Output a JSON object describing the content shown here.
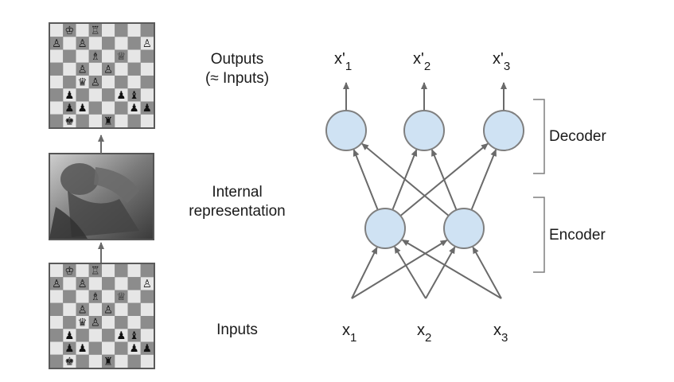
{
  "labels": {
    "outputs_line1": "Outputs",
    "outputs_line2": "(≈ Inputs)",
    "internal_line1": "Internal",
    "internal_line2": "representation",
    "inputs": "Inputs",
    "decoder": "Decoder",
    "encoder": "Encoder"
  },
  "network": {
    "inputs": [
      {
        "base": "x",
        "prime": "",
        "sub": "1"
      },
      {
        "base": "x",
        "prime": "",
        "sub": "2"
      },
      {
        "base": "x",
        "prime": "",
        "sub": "3"
      }
    ],
    "outputs": [
      {
        "base": "x",
        "prime": "'",
        "sub": "1"
      },
      {
        "base": "x",
        "prime": "'",
        "sub": "2"
      },
      {
        "base": "x",
        "prime": "'",
        "sub": "3"
      }
    ],
    "hidden_count": 2,
    "output_count": 3
  },
  "colors": {
    "node_fill": "#cfe2f3",
    "node_stroke": "#7f7f7f",
    "arrow": "#6a6a6a",
    "board_dark": "#8c8c8c",
    "board_light": "#e6e6e6"
  },
  "boards": {
    "output_pieces": [
      [
        "",
        "♔",
        "",
        "♖",
        "",
        "",
        "",
        ""
      ],
      [
        "♙",
        "",
        "♙",
        "",
        "",
        "",
        "",
        "♙"
      ],
      [
        "",
        "",
        "",
        "♗",
        "",
        "♕",
        "",
        ""
      ],
      [
        "",
        "",
        "♙",
        "",
        "♙",
        "",
        "",
        ""
      ],
      [
        "",
        "",
        "♛",
        "♙",
        "",
        "",
        "",
        ""
      ],
      [
        "",
        "♟",
        "",
        "",
        "",
        "♟",
        "♝",
        ""
      ],
      [
        "",
        "♟",
        "♟",
        "",
        "",
        "",
        "♟",
        "♟"
      ],
      [
        "",
        "♚",
        "",
        "",
        "♜",
        "",
        "",
        ""
      ]
    ],
    "input_pieces": [
      [
        "",
        "♔",
        "",
        "♖",
        "",
        "",
        "",
        ""
      ],
      [
        "♙",
        "",
        "♙",
        "",
        "",
        "",
        "",
        "♙"
      ],
      [
        "",
        "",
        "",
        "♗",
        "",
        "♕",
        "",
        ""
      ],
      [
        "",
        "",
        "♙",
        "",
        "♙",
        "",
        "",
        ""
      ],
      [
        "",
        "",
        "♛",
        "♙",
        "",
        "",
        "",
        ""
      ],
      [
        "",
        "♟",
        "",
        "",
        "",
        "♟",
        "♝",
        ""
      ],
      [
        "",
        "♟",
        "♟",
        "",
        "",
        "",
        "♟",
        "♟"
      ],
      [
        "",
        "♚",
        "",
        "",
        "♜",
        "",
        "",
        ""
      ]
    ]
  }
}
